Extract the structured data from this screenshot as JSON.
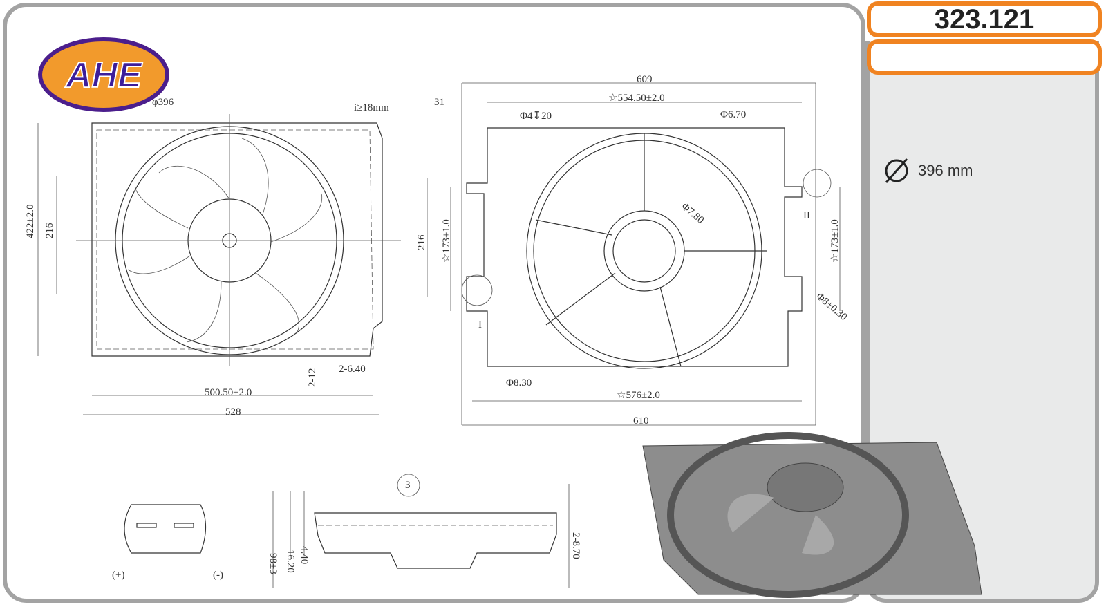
{
  "logo": {
    "text": "AHE"
  },
  "part_number": "323.121",
  "spec": {
    "icon": "diameter-icon",
    "value": "396 mm"
  },
  "front_view": {
    "diameter": "φ396",
    "blade_clearance": "i≥18mm",
    "height": "422±2.0",
    "left_mount": "216",
    "right_mount": "216",
    "inner_width": "500.50±2.0",
    "outer_width": "528",
    "hole_count": "2-12",
    "hole_dia": "2-6.40"
  },
  "rear_view": {
    "overall_top": "609",
    "offset": "31",
    "top_width": "☆554.50±2.0",
    "hole_top": "Φ4↧20",
    "hole_right": "Φ6.70",
    "mount_left": "☆173±1.0",
    "mount_right": "☆173±1.0",
    "hub_hole": "Φ7.80",
    "detail_2": "II",
    "detail_1": "I",
    "pin": "Φ8±0.30",
    "hole_bottom": "Φ8.30",
    "bottom_width": "☆576±2.0",
    "overall_bottom": "610"
  },
  "connector": {
    "plus": "(+)",
    "minus": "(-)"
  },
  "side_view": {
    "depth": "98±3",
    "d1": "16.20",
    "d2": "4.40",
    "right": "2-8.70",
    "callout": "3"
  }
}
